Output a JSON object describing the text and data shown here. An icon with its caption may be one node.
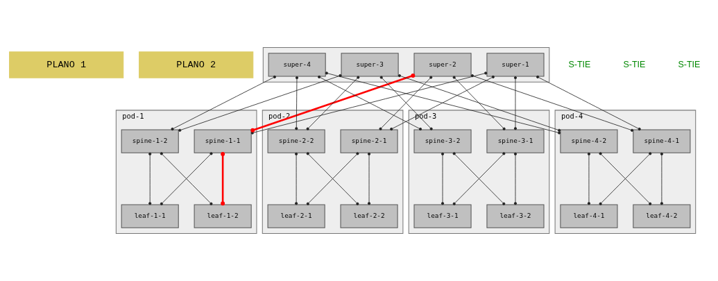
{
  "diagram": {
    "nodes": [
      {
        "text": [],
        "shape": "box"
      },
      {
        "text": [
          "PLANO 1"
        ]
      },
      {
        "text": [
          "PLANO 2"
        ]
      },
      {
        "text": [
          "super-1"
        ],
        "in": 0
      },
      {
        "text": [
          "super-2"
        ],
        "in": 0
      },
      {
        "text": [
          "super-3"
        ],
        "in": 0
      },
      {
        "text": [
          "super-4"
        ],
        "in": 0
      },
      {
        "text": [
          "pod-1"
        ]
      },
      {
        "text": [
          "spine-1-1"
        ],
        "in": 7
      },
      {
        "text": [
          "spine-1-2"
        ],
        "in": 7
      },
      {
        "text": [
          "leaf-1-1"
        ],
        "in": 7
      },
      {
        "text": [
          "leaf-1-2"
        ],
        "in": 7
      },
      {
        "text": [
          "pod-2"
        ]
      },
      {
        "text": [
          "spine-2-1"
        ],
        "in": 12
      },
      {
        "text": [
          "spine-2-2"
        ],
        "in": 12
      },
      {
        "text": [
          "leaf-2-1"
        ],
        "in": 12
      },
      {
        "text": [
          "leaf-2-2"
        ],
        "in": 12
      },
      {
        "text": [
          "pod-3"
        ]
      },
      {
        "text": [
          "spine-3-1"
        ],
        "in": 17
      },
      {
        "text": [
          "spine-3-2"
        ],
        "in": 17
      },
      {
        "text": [
          "leaf-3-1"
        ],
        "in": 17
      },
      {
        "text": [
          "leaf-3-2"
        ],
        "in": 17
      },
      {
        "text": [
          "pod-4"
        ]
      },
      {
        "text": [
          "spine-4-1"
        ],
        "in": 22
      },
      {
        "text": [
          "spine-4-2"
        ],
        "in": 22
      },
      {
        "text": [
          "leaf-4-1"
        ],
        "in": 22
      },
      {
        "text": [
          "leaf-4-2"
        ],
        "in": 22
      }
    ],
    "edges": [
      {
        "from": 3,
        "to": 8,
        "arrow": "other"
      },
      {
        "from": 3,
        "to": 13,
        "arrow": "other"
      },
      {
        "from": 3,
        "to": 18,
        "arrow": "other"
      },
      {
        "from": 3,
        "to": 23,
        "arrow": "other"
      },
      {
        "from": 4,
        "to": 8,
        "arrow": "other",
        "style": "thick",
        "color": "#ff0000"
      },
      {
        "from": 4,
        "to": 13,
        "arrow": "other"
      },
      {
        "from": 4,
        "to": 18,
        "arrow": "other"
      },
      {
        "from": 4,
        "to": 23,
        "arrow": "other"
      },
      {
        "from": 5,
        "to": 9,
        "arrow": "other"
      },
      {
        "from": 5,
        "to": 14,
        "arrow": "other"
      },
      {
        "from": 5,
        "to": 19,
        "arrow": "other"
      },
      {
        "from": 5,
        "to": 24,
        "arrow": "other"
      },
      {
        "from": 6,
        "to": 9,
        "arrow": "other"
      },
      {
        "from": 6,
        "to": 14,
        "arrow": "other"
      },
      {
        "from": 6,
        "to": 19,
        "arrow": "other"
      },
      {
        "from": 6,
        "to": 24,
        "arrow": "other"
      },
      {
        "from": 8,
        "to": 10,
        "arrow": "other"
      },
      {
        "from": 8,
        "to": 11,
        "arrow": "other",
        "style": "thick",
        "color": "#ff0000"
      },
      {
        "from": 9,
        "to": 10,
        "arrow": "other"
      },
      {
        "from": 9,
        "to": 11,
        "arrow": "other"
      },
      {
        "from": 13,
        "to": 15,
        "arrow": "other"
      },
      {
        "from": 13,
        "to": 16,
        "arrow": "other"
      },
      {
        "from": 14,
        "to": 15,
        "arrow": "other"
      },
      {
        "from": 14,
        "to": 16,
        "arrow": "other"
      },
      {
        "from": 18,
        "to": 20,
        "arrow": "other"
      },
      {
        "from": 18,
        "to": 21,
        "arrow": "other"
      },
      {
        "from": 19,
        "to": 20,
        "arrow": "other"
      },
      {
        "from": 19,
        "to": 21,
        "arrow": "other"
      },
      {
        "from": 23,
        "to": 25,
        "arrow": "other"
      },
      {
        "from": 23,
        "to": 26,
        "arrow": "other"
      },
      {
        "from": 24,
        "to": 25,
        "arrow": "other"
      },
      {
        "from": 24,
        "to": 26,
        "arrow": "other"
      }
    ],
    "labels": [
      "S-TIE",
      "S-TIE",
      "S-TIE"
    ]
  }
}
